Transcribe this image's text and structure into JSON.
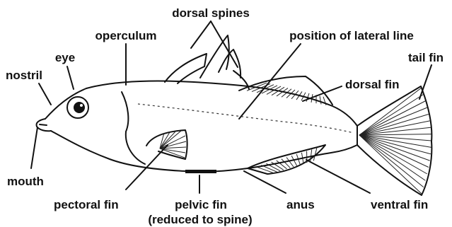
{
  "diagram": {
    "colors": {
      "ink": "#111111",
      "background": "#ffffff"
    },
    "labels": {
      "dorsal_spines": "dorsal spines",
      "operculum": "operculum",
      "position_of_lateral_line": "position of lateral line",
      "eye": "eye",
      "tail_fin": "tail fin",
      "nostril": "nostril",
      "dorsal_fin": "dorsal fin",
      "mouth": "mouth",
      "pectoral_fin": "pectoral fin",
      "pelvic_fin_line1": "pelvic fin",
      "pelvic_fin_line2": "(reduced to spine)",
      "anus": "anus",
      "ventral_fin": "ventral fin"
    }
  }
}
